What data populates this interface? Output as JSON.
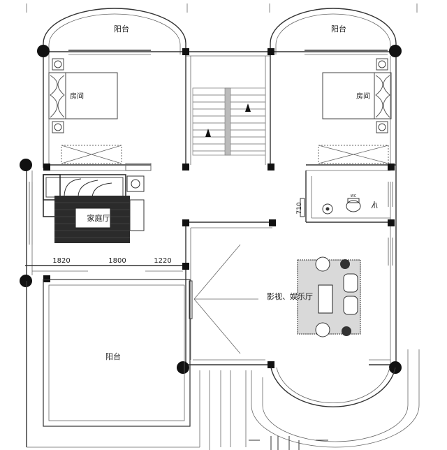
{
  "rooms": {
    "balcony_top_left": "阳台",
    "balcony_top_right": "阳台",
    "bedroom_left": "房间",
    "bedroom_right": "房间",
    "family_hall": "家庭厅",
    "av_hall": "影视、娱乐厅",
    "balcony_bottom": "阳台",
    "wc": "WC"
  },
  "dimensions": {
    "d1": "1820",
    "d2": "1800",
    "d3": "1220",
    "d4": "710"
  },
  "colors": {
    "wall": "#333333",
    "column": "#111111",
    "carpet": "#2b2b2b"
  }
}
